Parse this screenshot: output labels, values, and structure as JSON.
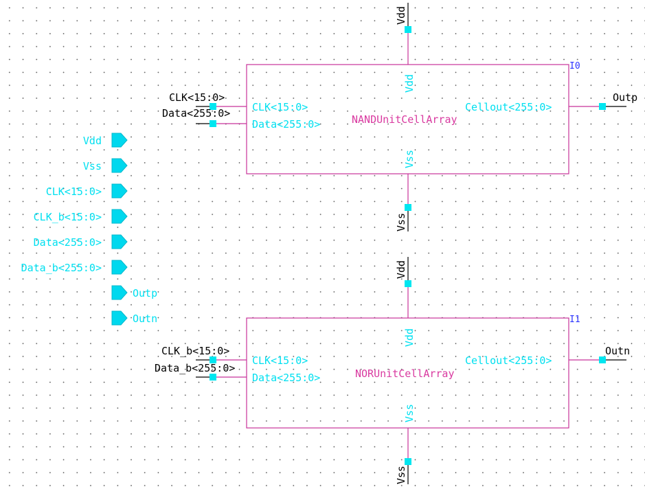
{
  "instances": [
    {
      "id": "I0",
      "cell": "NANDUnitCellArray",
      "pins": {
        "vdd": "Vdd",
        "vss": "Vss",
        "clk": "CLK<15:0>",
        "data": "Data<255:0>",
        "out": "Cellout<255:0>"
      },
      "nets": {
        "clk": "CLK<15:0>",
        "data": "Data<255:0>",
        "out": "Outp",
        "vdd": "Vdd",
        "vss": "Vss"
      }
    },
    {
      "id": "I1",
      "cell": "NORUnitCellArray",
      "pins": {
        "vdd": "Vdd",
        "vss": "Vss",
        "clk": "CLK<15:0>",
        "data": "Data<255:0>",
        "out": "Cellout<255:0>"
      },
      "nets": {
        "clk": "CLK_b<15:0>",
        "data": "Data_b<255:0>",
        "out": "Outn",
        "vdd": "Vdd",
        "vss": "Vss"
      }
    }
  ],
  "ports": [
    "Vdd",
    "Vss",
    "CLK<15:0>",
    "CLK_b<15:0>",
    "Data<255:0>",
    "Data_b<255:0>",
    "Outp",
    "Outn"
  ],
  "colors": {
    "wire": "#c8329a",
    "pin_text": "#00e0f0",
    "terminal": "#00e6f0",
    "instance_label": "#2b33ff",
    "cell_name": "#d93aa0"
  }
}
